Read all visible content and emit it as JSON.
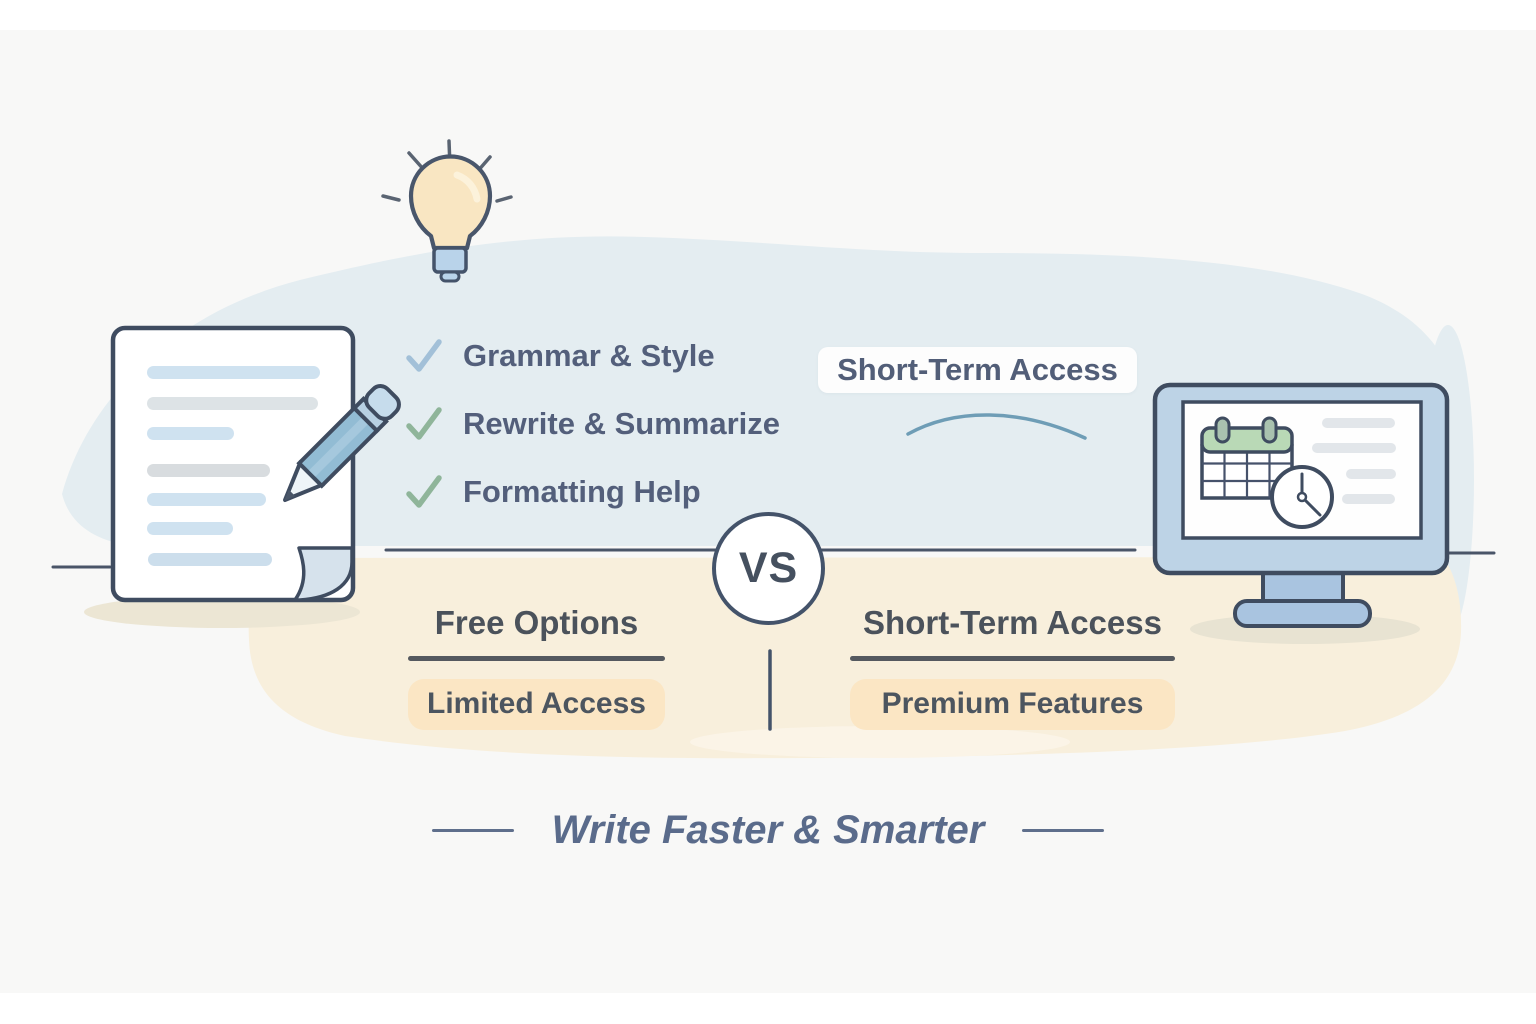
{
  "colors": {
    "background": "#f8f8f7",
    "blue_blob": "#e4edf1",
    "cream_blob": "#f8efdc",
    "outline_slate": "#3f4c60",
    "line_slate": "#4a5568",
    "text_slate": "#535f7b",
    "title_gray": "#4b525b",
    "badge_bg": "#fbe6c4",
    "badge_text": "#4c555f",
    "tagline_color": "#5a6b8b",
    "check_blue": "#a2c0d8",
    "check_green": "#8fb59a",
    "swoosh": "#6e9db6",
    "bulb_fill": "#f9e6c2",
    "calendar_green": "#b9d9b6",
    "monitor_frame": "#bdd3e6"
  },
  "checklist": {
    "items": [
      {
        "label": "Grammar & Style",
        "check": "blue"
      },
      {
        "label": "Rewrite & Summarize",
        "check": "green"
      },
      {
        "label": "Formatting Help",
        "check": "green"
      }
    ]
  },
  "callout": {
    "label": "Short-Term Access"
  },
  "vs_badge": {
    "label": "VS"
  },
  "columns": {
    "left": {
      "title": "Free Options",
      "badge": "Limited Access"
    },
    "right": {
      "title": "Short-Term Access",
      "badge": "Premium Features"
    }
  },
  "tagline": {
    "text": "Write Faster & Smarter"
  }
}
